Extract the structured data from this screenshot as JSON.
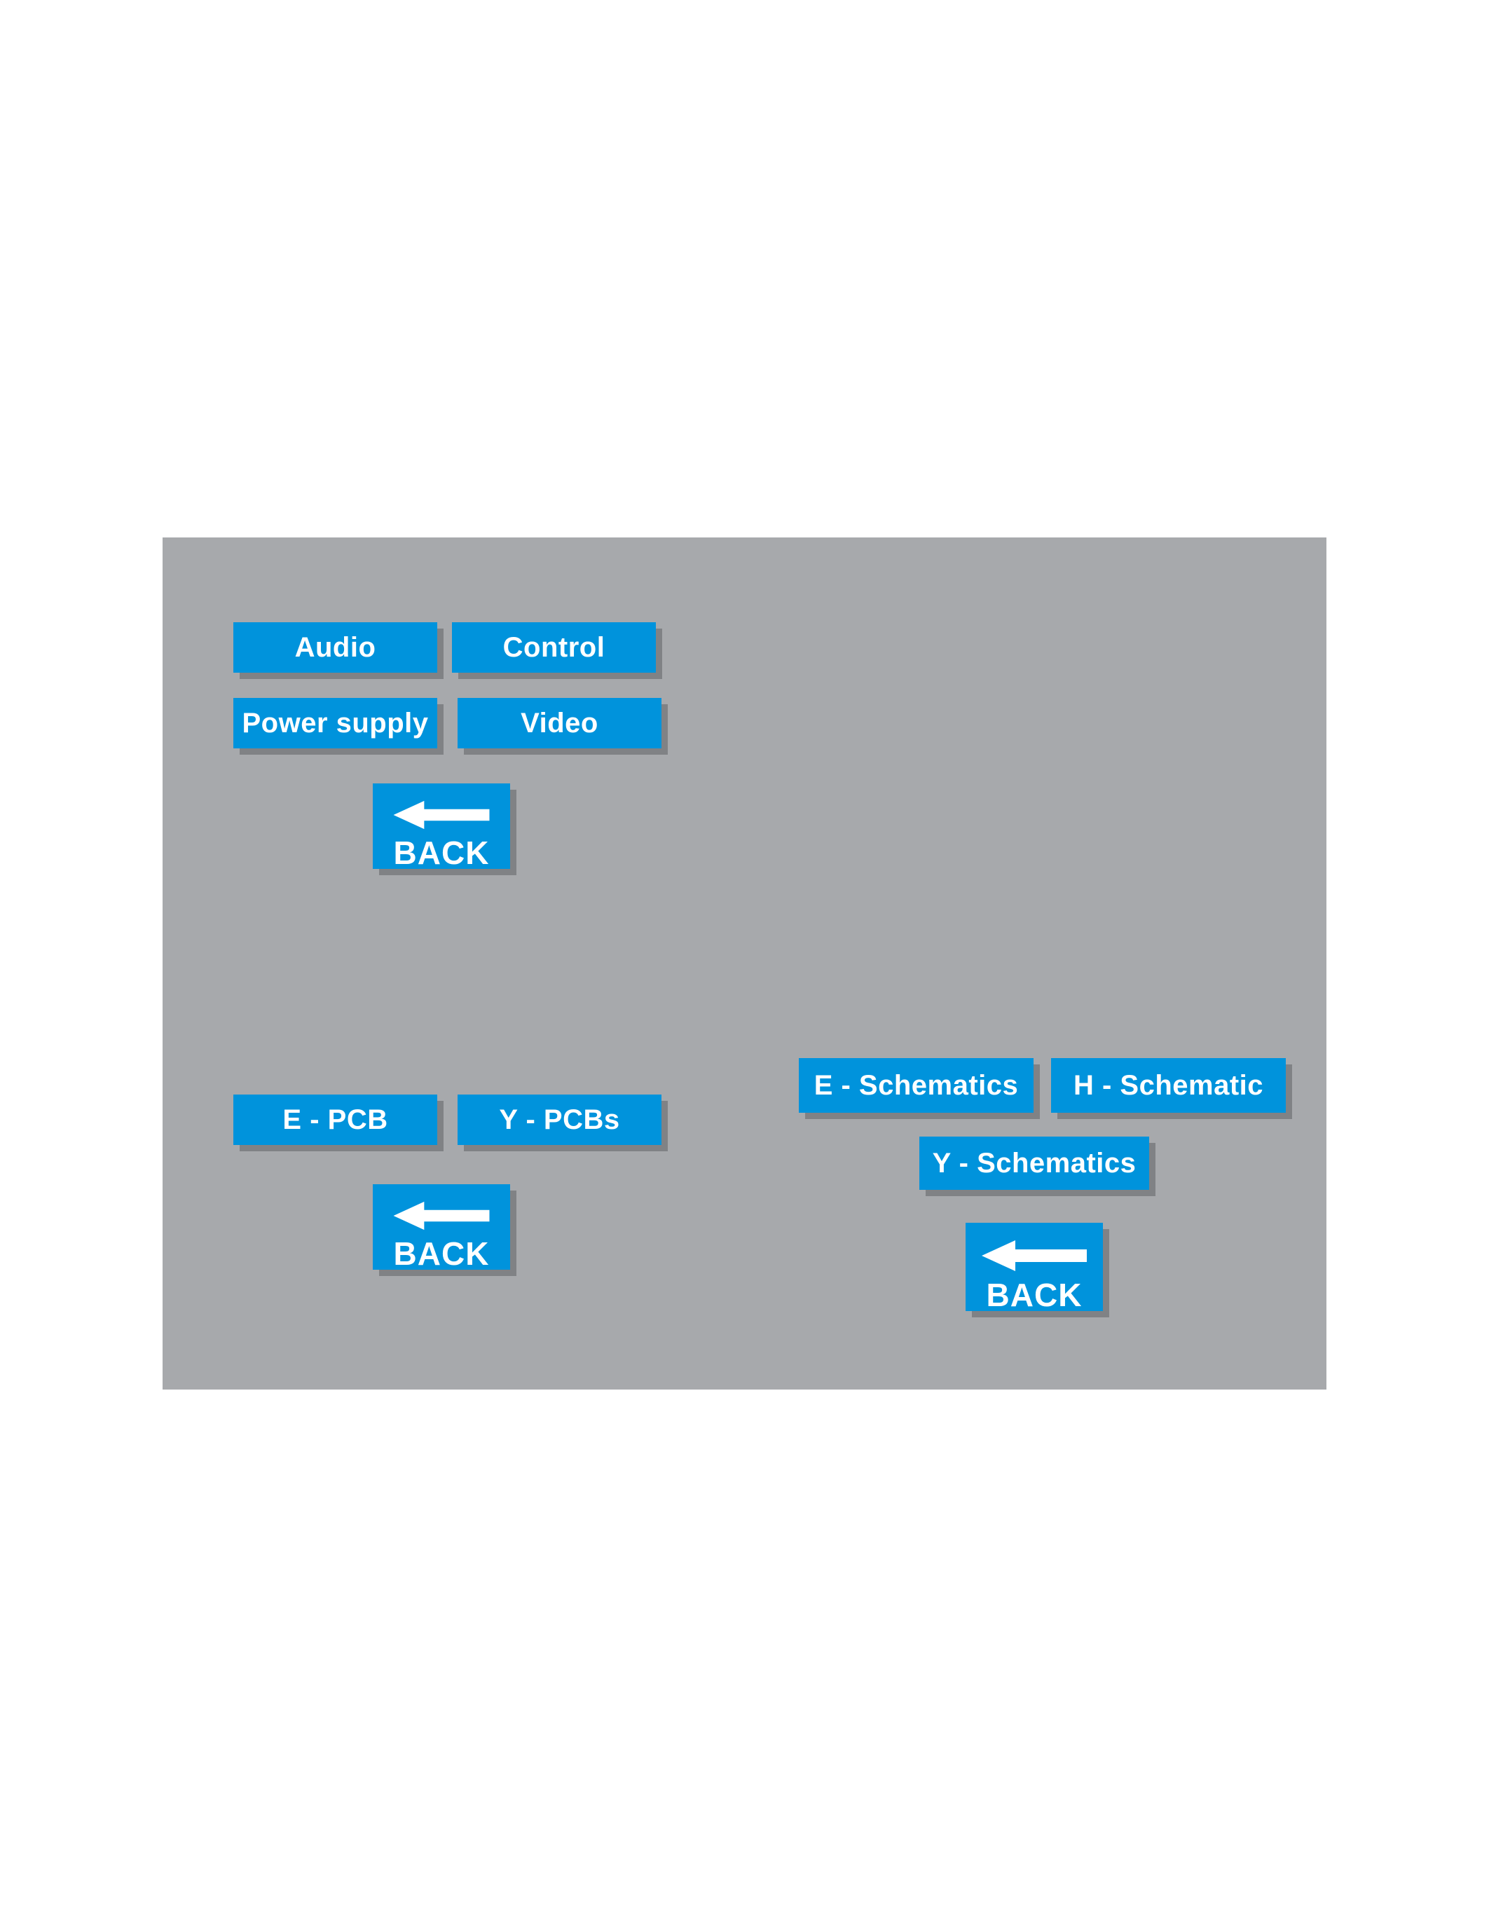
{
  "page": {
    "background_color": "#ffffff",
    "panel_color": "#a7a9ac",
    "button_color": "#0093dc",
    "button_shadow_color": "#808285",
    "button_text_color": "#ffffff"
  },
  "panel": {
    "clusters": [
      {
        "name": "subsystem-menu",
        "buttons": [
          {
            "label": "Audio",
            "icon": null
          },
          {
            "label": "Control",
            "icon": null
          },
          {
            "label": "Power supply",
            "icon": null
          },
          {
            "label": "Video",
            "icon": null
          }
        ],
        "back": {
          "label": "BACK",
          "icon": "arrow-left-icon"
        }
      },
      {
        "name": "pcb-menu",
        "buttons": [
          {
            "label": "E - PCB",
            "icon": null
          },
          {
            "label": "Y - PCBs",
            "icon": null
          }
        ],
        "back": {
          "label": "BACK",
          "icon": "arrow-left-icon"
        }
      },
      {
        "name": "schematics-menu",
        "buttons": [
          {
            "label": "E - Schematics",
            "icon": null
          },
          {
            "label": "H - Schematic",
            "icon": null
          },
          {
            "label": "Y - Schematics",
            "icon": null
          }
        ],
        "back": {
          "label": "BACK",
          "icon": "arrow-left-icon"
        }
      }
    ]
  }
}
